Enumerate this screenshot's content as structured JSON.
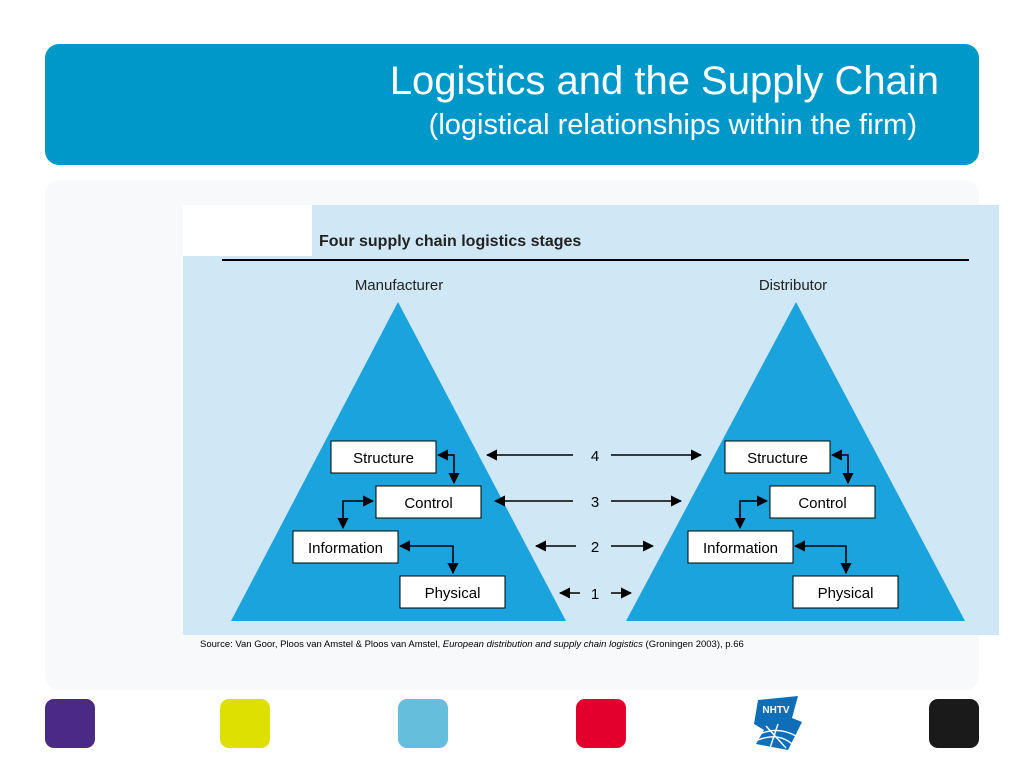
{
  "slide": {
    "title": "Logistics and the Supply Chain",
    "subtitle": "(logistical relationships within the firm)"
  },
  "diagram": {
    "heading": "Four supply chain logistics stages",
    "left_label": "Manufacturer",
    "right_label": "Distributor",
    "left_boxes": [
      "Structure",
      "Control",
      "Information",
      "Physical"
    ],
    "right_boxes": [
      "Structure",
      "Control",
      "Information",
      "Physical"
    ],
    "stage_numbers": [
      "4",
      "3",
      "2",
      "1"
    ],
    "colors": {
      "triangle": "#1ba3dd",
      "panel": "#d0e8f6",
      "box_fill": "#ffffff",
      "stroke": "#000000"
    }
  },
  "caption": {
    "prefix": "Source: Van Goor, Ploos van Amstel & Ploos van Amstel, ",
    "italic": "European distribution and supply chain logistics",
    "suffix": " (Groningen 2003), p.66"
  },
  "footer": {
    "logo_text": "NHTV",
    "swatches": [
      "#4b2a85",
      "#dde000",
      "#64bedc",
      "#e3002d",
      "#1a1a1a"
    ]
  }
}
